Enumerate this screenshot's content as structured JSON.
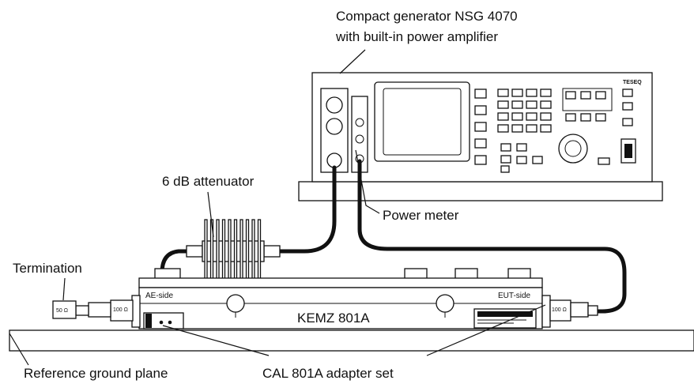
{
  "labels": {
    "generator_line1": "Compact generator NSG 4070",
    "generator_line2": "with built-in power amplifier",
    "attenuator": "6 dB attenuator",
    "power_meter": "Power meter",
    "termination": "Termination",
    "reference_ground": "Reference ground plane",
    "adapter_set": "CAL 801A adapter set",
    "clamp_name": "KEMZ 801A",
    "ae_side": "AE-side",
    "eut_side": "EUT-side",
    "term_value": "50 Ω",
    "adapter_left_value": "100 Ω",
    "adapter_right_value": "100 Ω",
    "brand": "TESEQ"
  }
}
